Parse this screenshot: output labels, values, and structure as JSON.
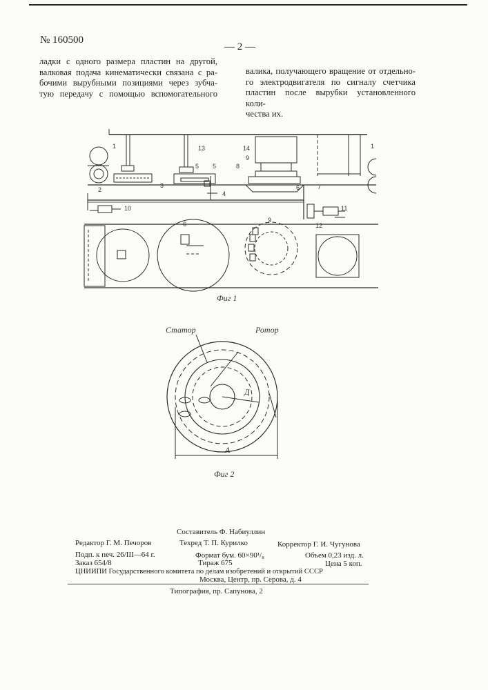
{
  "header": {
    "patent_number": "№ 160500",
    "page_number": "— 2 —"
  },
  "text": {
    "left_lines": [
      "ладки с одного размера пластин на другой,",
      "валковая подача кинематически связана с ра-",
      "бочими вырубными позициями через зубча-",
      "тую передачу с помощью вспомогательного"
    ],
    "right_lines": [
      "валика, получающего вращение от отдельно-",
      "го электродвигателя по сигналу счетчика",
      "пластин после вырубки установленного коли-",
      "чества их."
    ]
  },
  "figure1": {
    "caption": "Фиг 1",
    "labels": {
      "n1": "1",
      "n1b": "1",
      "n2": "2",
      "n3": "3",
      "n4": "4",
      "n5": "5",
      "n5b": "5",
      "n6": "6",
      "n6b": "6",
      "n7": "7",
      "n8": "8",
      "n9": "9",
      "n9b": "9",
      "n10": "10",
      "n11": "11",
      "n12": "12",
      "n13": "13",
      "n14": "14"
    }
  },
  "figure2": {
    "caption": "Фиг 2",
    "stator_label": "Статор",
    "rotor_label": "Ротор",
    "dim_d": "Д",
    "dim_a": "А"
  },
  "imprint": {
    "compiler": "Составитель Ф. Набиуллин",
    "editor": "Редактор Г. М. Печоров",
    "techred": "Техред Т. П. Курилко",
    "corrector": "Корректор Г. И. Чугунова",
    "signed": "Подп. к печ. 26/III—64 г.",
    "format": "Формат бум. 60×90¹/₈",
    "volume": "Объем 0,23 изд. л.",
    "order": "Заказ 654/8",
    "circulation": "Тираж 675",
    "price": "Цена 5 коп.",
    "institute": "ЦНИИПИ Государственного комитета по делам изобретений и открытий СССР",
    "address": "Москва, Центр, пр. Серова, д. 4",
    "printer": "Типография, пр. Сапунова, 2"
  }
}
